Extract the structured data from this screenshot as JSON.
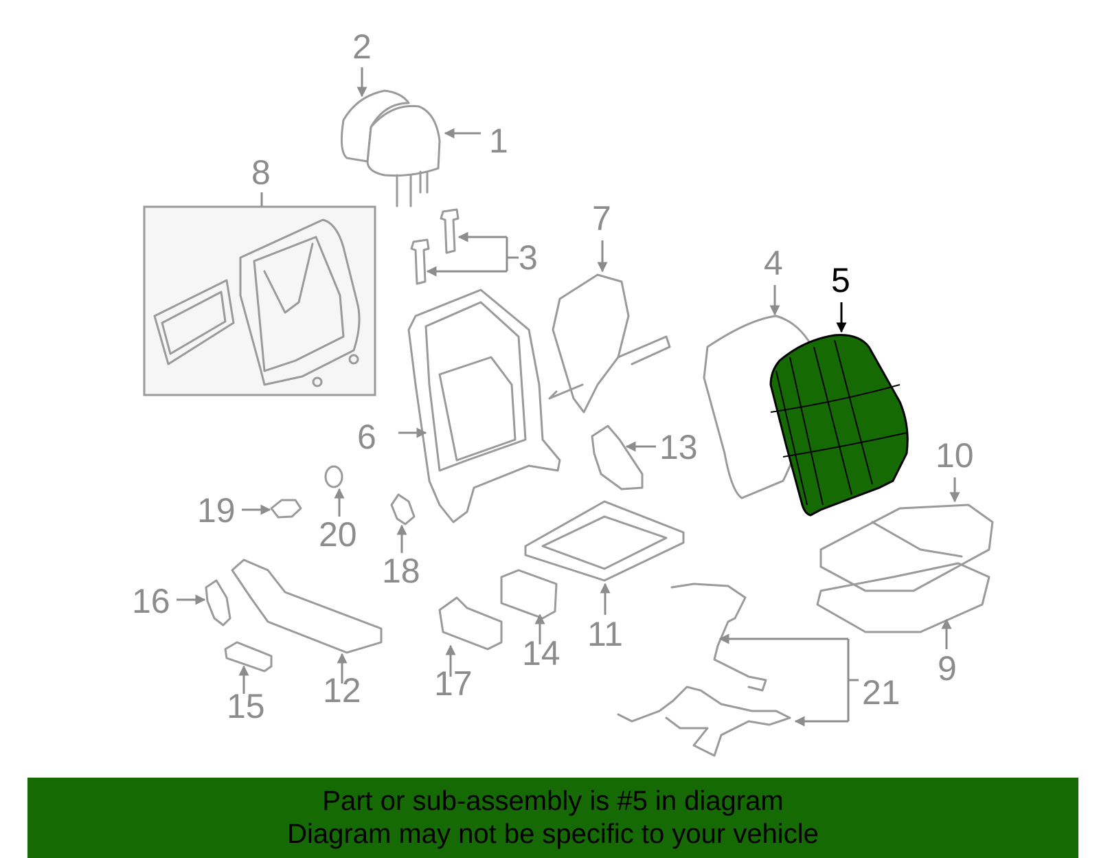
{
  "callouts": [
    "1",
    "2",
    "3",
    "4",
    "5",
    "6",
    "7",
    "8",
    "9",
    "10",
    "11",
    "12",
    "13",
    "14",
    "15",
    "16",
    "17",
    "18",
    "19",
    "20",
    "21"
  ],
  "highlighted_part": "5",
  "colors": {
    "highlight_fill": "#156a04",
    "footer_bg": "#156a04",
    "part_stroke": "#9a9a9a",
    "label": "#8c8c8c"
  },
  "footer": {
    "line1": "Part or sub-assembly is #5 in diagram",
    "line2": "Diagram may not be specific to your vehicle"
  }
}
